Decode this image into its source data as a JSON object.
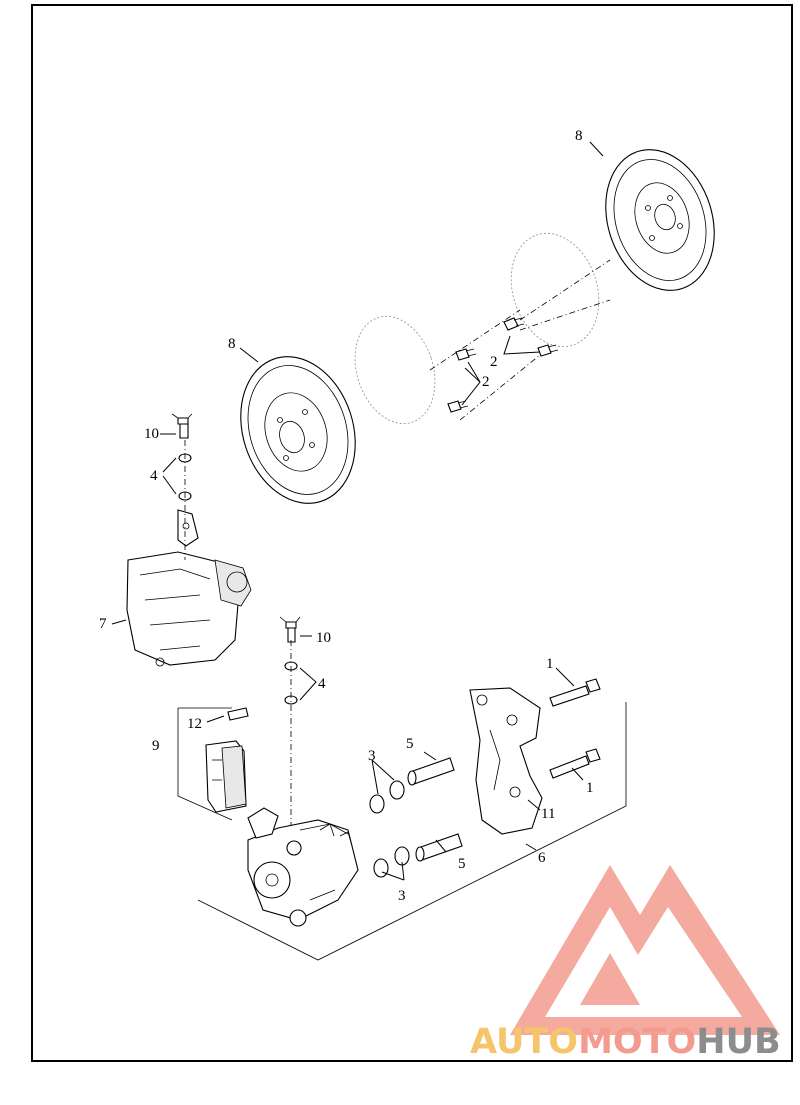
{
  "callouts": {
    "c1a": "1",
    "c1b": "1",
    "c2a": "2",
    "c2b": "2",
    "c3a": "3",
    "c3b": "3",
    "c4a": "4",
    "c4b": "4",
    "c5a": "5",
    "c5b": "5",
    "c6": "6",
    "c7": "7",
    "c8a": "8",
    "c8b": "8",
    "c9": "9",
    "c10a": "10",
    "c10b": "10",
    "c11": "11",
    "c12": "12"
  },
  "watermark": {
    "part1": "AUTO",
    "part2": "MOTO",
    "part3": "HUB",
    "colors": {
      "auto": "#f6c46a",
      "moto": "#f29b8e",
      "hub": "#8d8d8d",
      "logo": "#f29b8e"
    }
  }
}
